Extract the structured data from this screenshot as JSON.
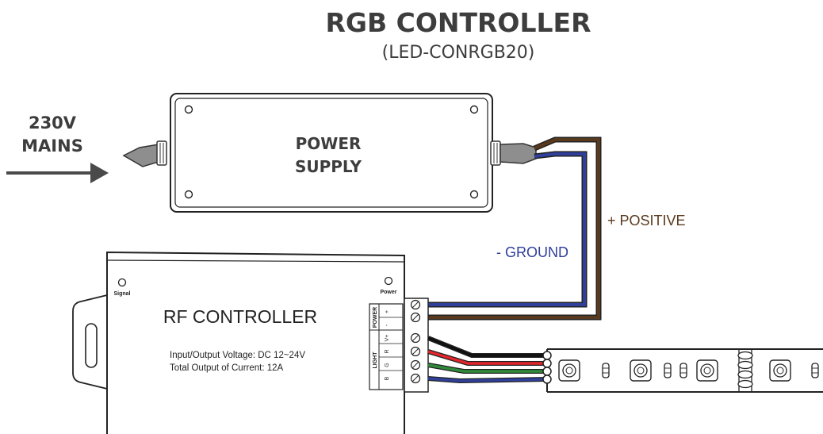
{
  "header": {
    "title": "RGB CONTROLLER",
    "subtitle": "(LED-CONRGB20)"
  },
  "mains": {
    "line1": "230V",
    "line2": "MAINS"
  },
  "power_supply": {
    "line1": "POWER",
    "line2": "SUPPLY"
  },
  "wires": {
    "positive_label": "+ POSITIVE",
    "ground_label": "- GROUND",
    "positive_color": "#5a3a1e",
    "ground_color": "#2f3f9a",
    "black_color": "#111111",
    "red_color": "#e3262b",
    "green_color": "#2f8a3a",
    "blue_color": "#2f3f9a"
  },
  "rf_controller": {
    "title": "RF CONTROLLER",
    "spec_voltage": "Input/Output Voltage: DC 12~24V",
    "spec_current": "Total Output of Current: 12A",
    "signal_label": "Signal",
    "power_label": "Power",
    "terminal_power_group": "POWER",
    "terminal_light_group": "LIGHT",
    "term_plus": "+",
    "term_minus": "-",
    "term_vplus": "V+",
    "term_r": "R",
    "term_g": "G",
    "term_b": "B"
  }
}
